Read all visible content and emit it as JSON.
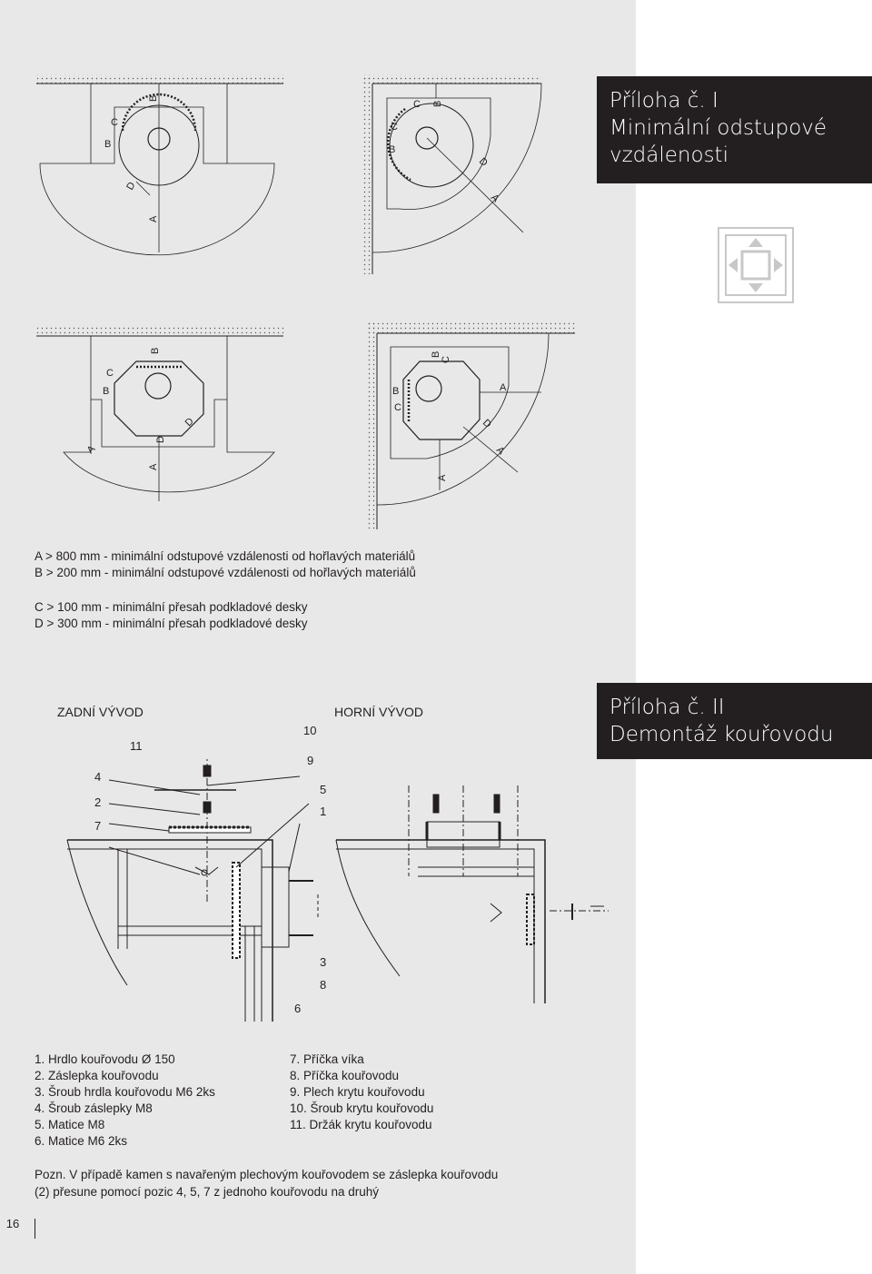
{
  "appendix1": {
    "title_line1": "Příloha č. I",
    "title_line2": "Minimální odstupové",
    "title_line3": "vzdálenosti"
  },
  "appendix2": {
    "title_line1": "Příloha č. II",
    "title_line2": "Demontáž kouřovodu"
  },
  "diagram_letters": {
    "a": "A",
    "b": "B",
    "c": "C",
    "d": "D"
  },
  "distances": [
    "A > 800 mm - minimální odstupové vzdálenosti od hořlavých materiálů",
    "B > 200 mm - minimální odstupové vzdálenosti od hořlavých materiálů",
    "C > 100 mm - minimální přesah podkladové desky",
    "D > 300 mm - minimální přesah podkladové desky"
  ],
  "sections": {
    "rear": "ZADNÍ VÝVOD",
    "top": "HORNÍ VÝVOD"
  },
  "callouts": {
    "n1": "1",
    "n2": "2",
    "n3": "3",
    "n4": "4",
    "n5": "5",
    "n6": "6",
    "n7": "7",
    "n8": "8",
    "n9": "9",
    "n10": "10",
    "n11": "11"
  },
  "parts_left": [
    "1. Hrdlo kouřovodu Ø 150",
    "2. Záslepka kouřovodu",
    "3. Šroub hrdla kouřovodu M6 2ks",
    "4. Šroub záslepky M8",
    "5. Matice M8",
    "6. Matice M6 2ks"
  ],
  "parts_right": [
    "7. Příčka víka",
    "8. Příčka kouřovodu",
    "9. Plech krytu kouřovodu",
    "10. Šroub krytu kouřovodu",
    "11. Držák krytu kouřovodu"
  ],
  "note": {
    "line1": "Pozn. V případě kamen s navařeným plechovým kouřovodem se záslepka kouřovodu",
    "line2": "(2) přesune pomocí pozic 4, 5, 7 z jednoho kouřovodu na druhý"
  },
  "page_number": "16",
  "icons": {
    "navigation": "move-arrows-icon"
  }
}
